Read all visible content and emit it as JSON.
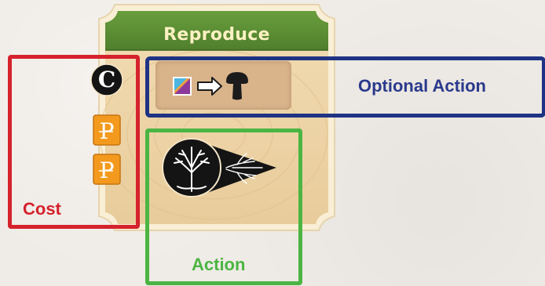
{
  "card": {
    "title": "Reproduce",
    "colors": {
      "header_green": "#5d9236",
      "wood": "#ecd3a7",
      "frame": "#fbf1d8",
      "optional_panel": "#d9b38a"
    },
    "cost_icons": [
      "contact-token-icon",
      "p-token-icon",
      "p-token-icon"
    ],
    "optional_action_icons": [
      "colored-cube-icon",
      "arrow-right-icon",
      "mushroom-icon"
    ],
    "action_icons": [
      "tree-circle-icon",
      "roots-spread-icon"
    ]
  },
  "annotations": {
    "cost": {
      "label": "Cost",
      "color": "#d5222c"
    },
    "optional_action": {
      "label": "Optional Action",
      "color": "#1f3384"
    },
    "action": {
      "label": "Action",
      "color": "#4bb543"
    }
  }
}
